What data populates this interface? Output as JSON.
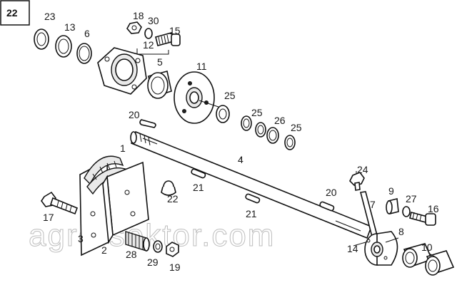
{
  "page_number": "22",
  "watermark": "agro-sektor.com",
  "callouts": [
    "23",
    "13",
    "6",
    "18",
    "30",
    "15",
    "12",
    "5",
    "11",
    "25",
    "20",
    "25",
    "26",
    "25",
    "4",
    "1",
    "24",
    "21",
    "20",
    "9",
    "27",
    "7",
    "22",
    "17",
    "21",
    "16",
    "3",
    "8",
    "2",
    "28",
    "14",
    "10",
    "29",
    "19"
  ]
}
